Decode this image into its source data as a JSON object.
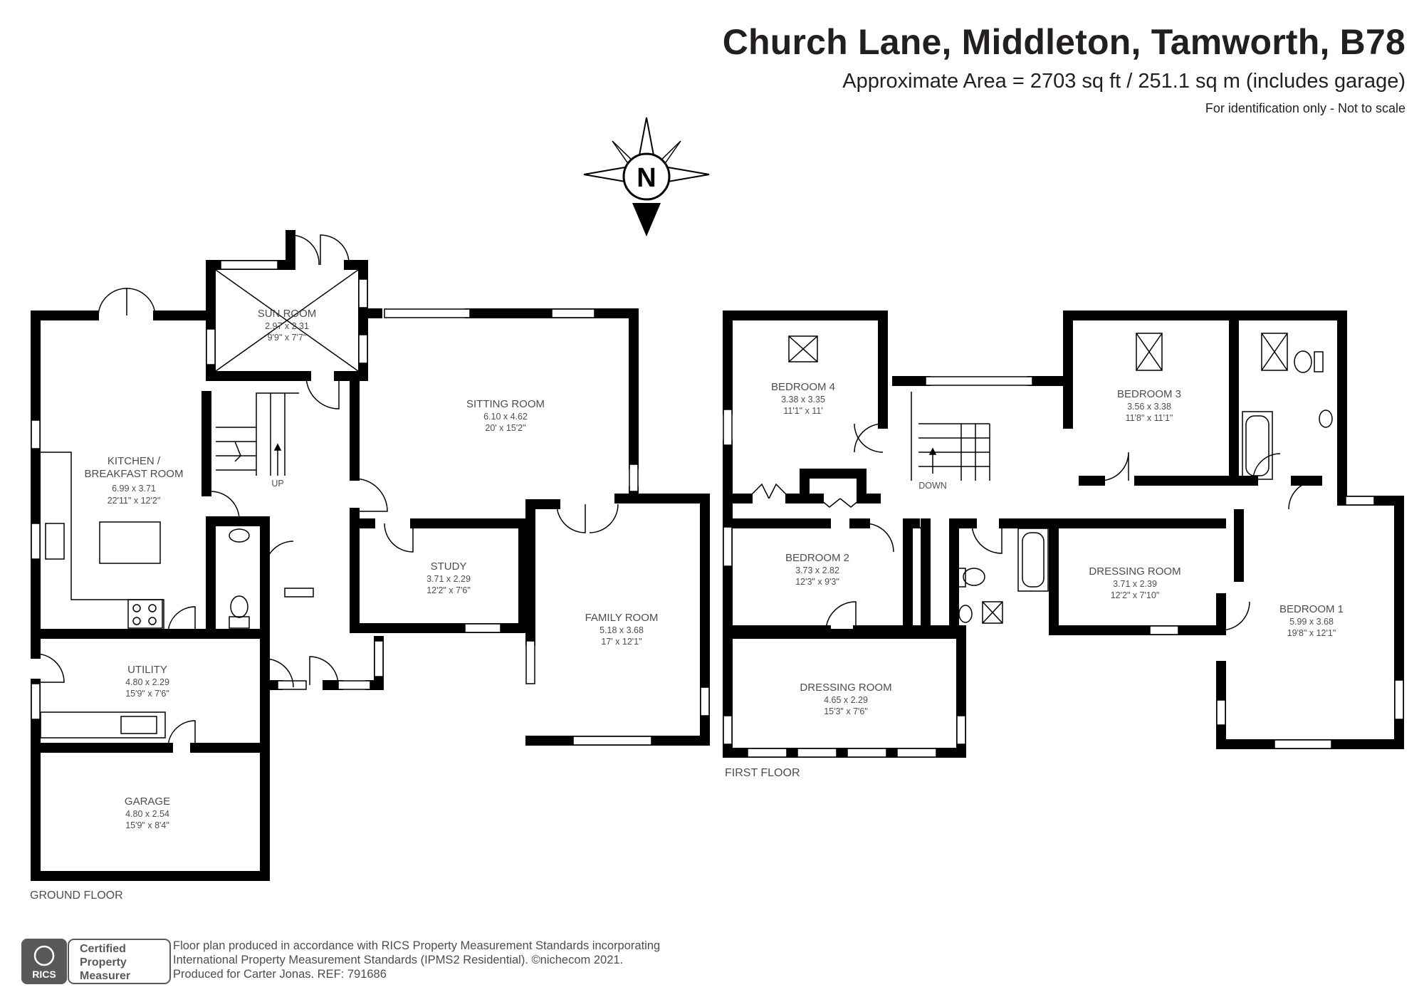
{
  "header": {
    "title": "Church Lane, Middleton, Tamworth, B78",
    "area": "Approximate Area = 2703 sq ft / 251.1 sq m (includes garage)",
    "note": "For identification only - Not to scale"
  },
  "compass": {
    "letter": "N"
  },
  "ground_floor": {
    "label": "GROUND FLOOR",
    "rooms": {
      "sun_room": {
        "name": "SUN ROOM",
        "metric": "2.97 x 2.31",
        "imperial": "9'9\" x 7'7\""
      },
      "sitting_room": {
        "name": "SITTING ROOM",
        "metric": "6.10 x 4.62",
        "imperial": "20' x 15'2\""
      },
      "kitchen": {
        "name_line1": "KITCHEN /",
        "name_line2": "BREAKFAST ROOM",
        "metric": "6.99 x 3.71",
        "imperial": "22'11\" x 12'2\""
      },
      "study": {
        "name": "STUDY",
        "metric": "3.71 x 2.29",
        "imperial": "12'2\" x 7'6\""
      },
      "family_room": {
        "name": "FAMILY ROOM",
        "metric": "5.18 x 3.68",
        "imperial": "17' x 12'1\""
      },
      "utility": {
        "name": "UTILITY",
        "metric": "4.80 x 2.29",
        "imperial": "15'9\" x 7'6\""
      },
      "garage": {
        "name": "GARAGE",
        "metric": "4.80 x 2.54",
        "imperial": "15'9\" x 8'4\""
      }
    },
    "stairs_label": "UP"
  },
  "first_floor": {
    "label": "FIRST FLOOR",
    "rooms": {
      "bedroom4": {
        "name": "BEDROOM 4",
        "metric": "3.38 x 3.35",
        "imperial": "11'1\" x 11'"
      },
      "bedroom3": {
        "name": "BEDROOM 3",
        "metric": "3.56 x 3.38",
        "imperial": "11'8\" x 11'1\""
      },
      "bedroom2": {
        "name": "BEDROOM 2",
        "metric": "3.73 x 2.82",
        "imperial": "12'3\" x 9'3\""
      },
      "dressing_room_1": {
        "name": "DRESSING ROOM",
        "metric": "3.71 x 2.39",
        "imperial": "12'2\" x 7'10\""
      },
      "bedroom1": {
        "name": "BEDROOM 1",
        "metric": "5.99 x 3.68",
        "imperial": "19'8\" x 12'1\""
      },
      "dressing_room_2": {
        "name": "DRESSING ROOM",
        "metric": "4.65 x 2.29",
        "imperial": "15'3\" x 7'6\""
      }
    },
    "stairs_label": "DOWN"
  },
  "badge": {
    "org": "RICS",
    "line1": "Certified",
    "line2": "Property",
    "line3": "Measurer"
  },
  "footer": {
    "line1": "Floor plan produced in accordance with RICS Property Measurement Standards incorporating",
    "line2": "International Property Measurement Standards (IPMS2 Residential).  ©nichecom 2021.",
    "line3": "Produced for Carter Jonas.   REF:  791686"
  },
  "colors": {
    "wall": "#000000",
    "text": "#4d4d4f",
    "background": "#ffffff"
  }
}
